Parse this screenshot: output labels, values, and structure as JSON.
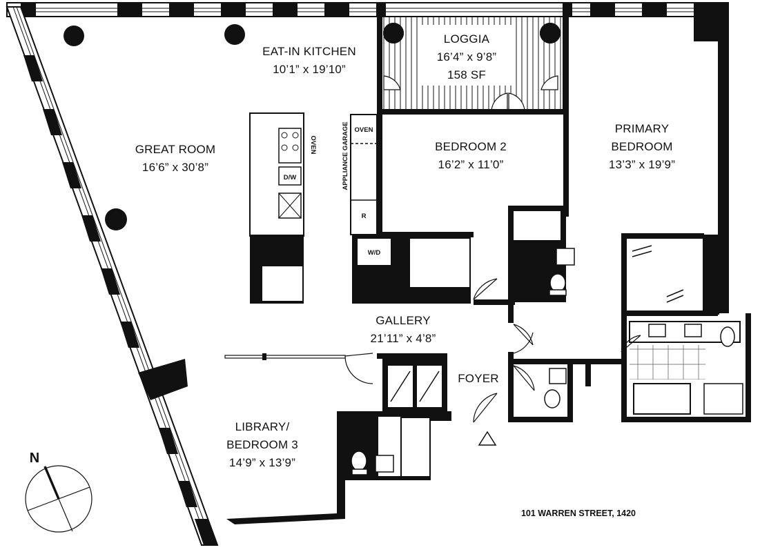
{
  "rooms": {
    "great_room": {
      "name": "GREAT ROOM",
      "dims": "16’6” x 30’8”"
    },
    "kitchen": {
      "name": "EAT-IN KITCHEN",
      "dims": "10’1” x 19’10”"
    },
    "loggia": {
      "name": "LOGGIA",
      "dims": "16’4” x 9’8”",
      "area": "158 SF"
    },
    "bedroom2": {
      "name": "BEDROOM 2",
      "dims": "16’2” x 11’0”"
    },
    "primary": {
      "name_line1": "PRIMARY",
      "name_line2": "BEDROOM",
      "dims": "13’3” x 19’9”"
    },
    "gallery": {
      "name": "GALLERY",
      "dims": "21’11” x 4’8”"
    },
    "foyer": {
      "name": "FOYER"
    },
    "library": {
      "name_line1": "LIBRARY/",
      "name_line2": "BEDROOM 3",
      "dims": "14’9” x 13’9”"
    }
  },
  "fixtures": {
    "oven": "OVEN",
    "oven_wall": "OVEN",
    "appliance_garage": "APPLIANCE GARAGE",
    "dishwasher": "D/W",
    "refrigerator": "R",
    "washer_dryer": "W/D"
  },
  "compass": {
    "label": "N"
  },
  "address": "101 WARREN STREET, 1420",
  "colors": {
    "wall": "#111111",
    "background": "#ffffff"
  }
}
